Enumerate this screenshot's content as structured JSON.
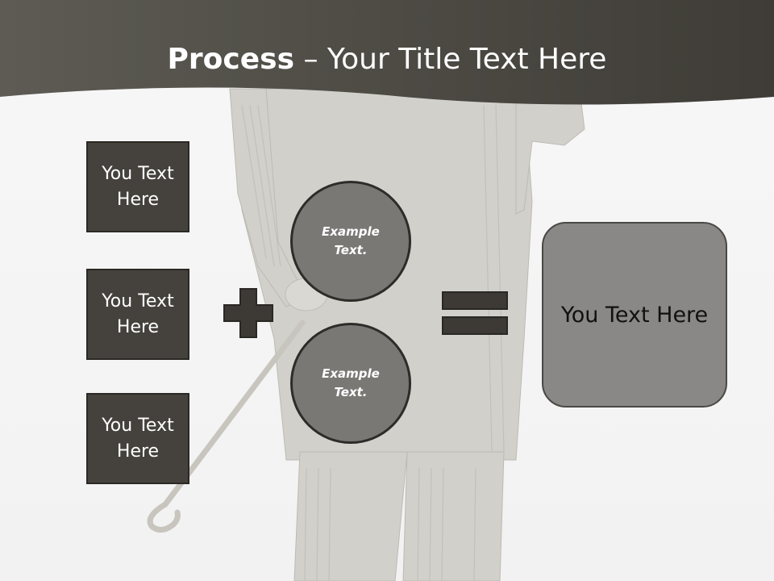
{
  "title": {
    "bold": "Process",
    "rest": " – Your Title Text Here"
  },
  "left_boxes": [
    {
      "label": "You Text Here"
    },
    {
      "label": "You Text Here"
    },
    {
      "label": "You Text Here"
    }
  ],
  "circles": [
    {
      "label": "Example Text."
    },
    {
      "label": "Example Text."
    }
  ],
  "result": {
    "label": "You Text Here"
  },
  "operators": {
    "plus": "plus-icon",
    "equals": "equals-icon"
  },
  "colors": {
    "header": "#4a4741",
    "box_fill": "#45423d",
    "circle_fill": "#7a7875",
    "result_fill": "#8a8886",
    "symbol": "#3d3a35"
  }
}
